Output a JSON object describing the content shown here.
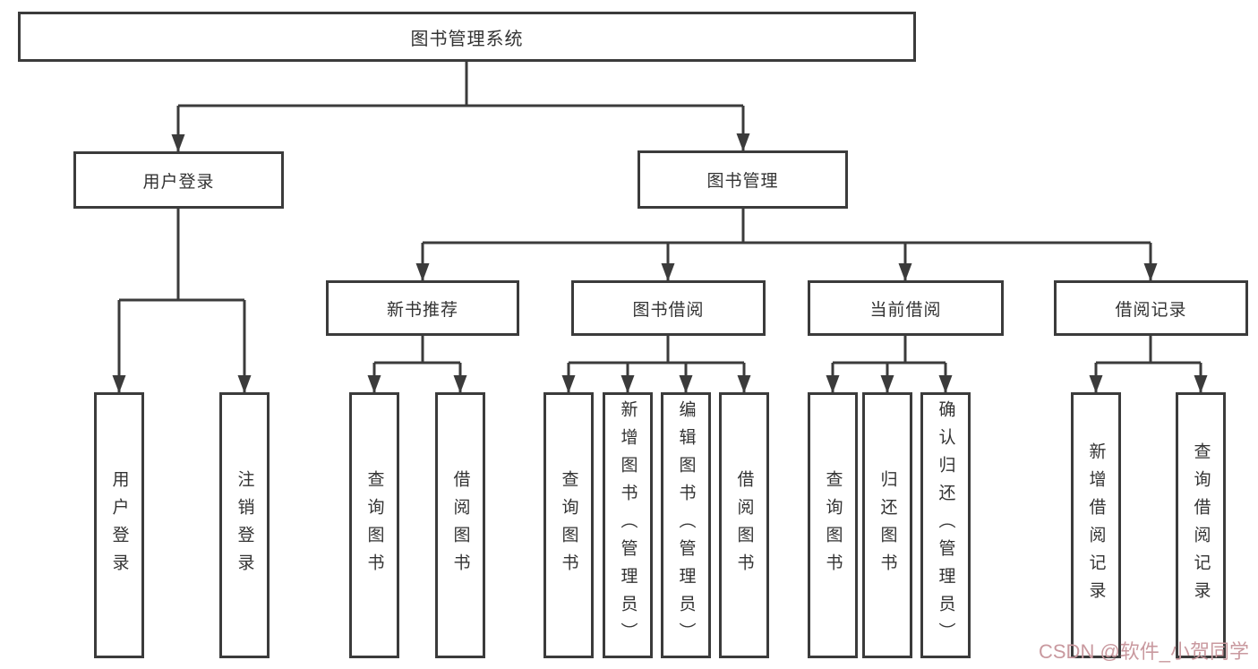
{
  "diagram": {
    "type": "hierarchy-tree",
    "colors": {
      "line": "#3b3b3b",
      "box_border": "#3b3b3b",
      "box_fill": "#ffffff",
      "text": "#333333",
      "background": "#ffffff",
      "watermark": "#c9999f"
    },
    "tree": {
      "label": "图书管理系统",
      "children": [
        {
          "label": "用户登录",
          "children": [
            {
              "label": "用户登录"
            },
            {
              "label": "注销登录"
            }
          ]
        },
        {
          "label": "图书管理",
          "children": [
            {
              "label": "新书推荐",
              "children": [
                {
                  "label": "查询图书"
                },
                {
                  "label": "借阅图书"
                }
              ]
            },
            {
              "label": "图书借阅",
              "children": [
                {
                  "label": "查询图书"
                },
                {
                  "label": "新增图书（管理员）"
                },
                {
                  "label": "编辑图书（管理员）"
                },
                {
                  "label": "借阅图书"
                }
              ]
            },
            {
              "label": "当前借阅",
              "children": [
                {
                  "label": "查询图书"
                },
                {
                  "label": "归还图书"
                },
                {
                  "label": "确认归还（管理员）"
                }
              ]
            },
            {
              "label": "借阅记录",
              "children": [
                {
                  "label": "新增借阅记录"
                },
                {
                  "label": "查询借阅记录"
                }
              ]
            }
          ]
        }
      ]
    },
    "watermark": {
      "text": "CSDN @软件_小贺同学"
    }
  }
}
